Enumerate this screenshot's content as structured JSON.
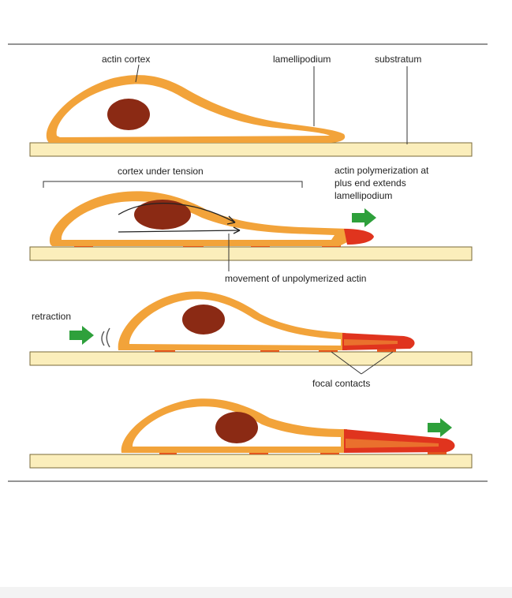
{
  "labels": {
    "actin_cortex": "actin cortex",
    "lamellipodium": "lamellipodium",
    "substratum": "substratum",
    "cortex_under_tension": "cortex under tension",
    "actin_poly_line1": "actin polymerization at",
    "actin_poly_line2": "plus end extends",
    "actin_poly_line3": "lamellipodium",
    "movement": "movement of unpolymerized actin",
    "retraction": "retraction",
    "focal_contacts": "focal contacts"
  },
  "colors": {
    "cortex": "#f2a33a",
    "cytoplasm": "#ffffff",
    "nucleus": "#8b2a14",
    "substratum": "#fbeebb",
    "substratum_edge": "#7a6a3a",
    "focal_contact": "#e2561e",
    "polymerizing_actin": "#e0341e",
    "movement_arrow": "#2ea03b"
  },
  "icons": {
    "movement_arrow": "green-arrow-icon",
    "retraction_marks": "retraction-wave-icon"
  }
}
